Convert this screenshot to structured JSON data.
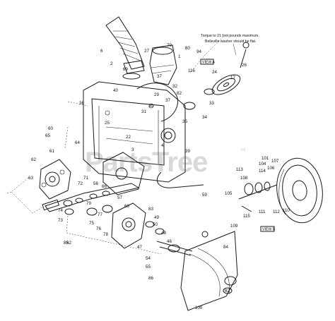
{
  "watermark": {
    "text": "PartsTree",
    "trademark": "TM"
  },
  "note": {
    "line1": "Torque to 21 foot pounds maximum.",
    "line2": "Belleville washer should be flat."
  },
  "views": {
    "view_a": "VIEW A",
    "view_b": "VIEW B"
  },
  "part_labels": [
    "6",
    "2",
    "27",
    "1",
    "80",
    "116",
    "94",
    "70",
    "69",
    "26",
    "17",
    "24",
    "32",
    "82",
    "33",
    "34",
    "35",
    "37",
    "29",
    "37",
    "30",
    "31",
    "40",
    "36",
    "25",
    "22",
    "3",
    "4",
    "39",
    "59",
    "60",
    "65",
    "61",
    "64",
    "62",
    "63",
    "74",
    "73",
    "72",
    "71",
    "56",
    "79",
    "77",
    "75",
    "76",
    "78",
    "66",
    "57",
    "68",
    "83",
    "49",
    "50",
    "48",
    "46",
    "47",
    "54",
    "55",
    "85",
    "86",
    "84",
    "100",
    "82",
    "101",
    "107",
    "113",
    "108",
    "104",
    "106",
    "114",
    "105",
    "111",
    "112",
    "110",
    "115",
    "109",
    "82",
    "96"
  ]
}
